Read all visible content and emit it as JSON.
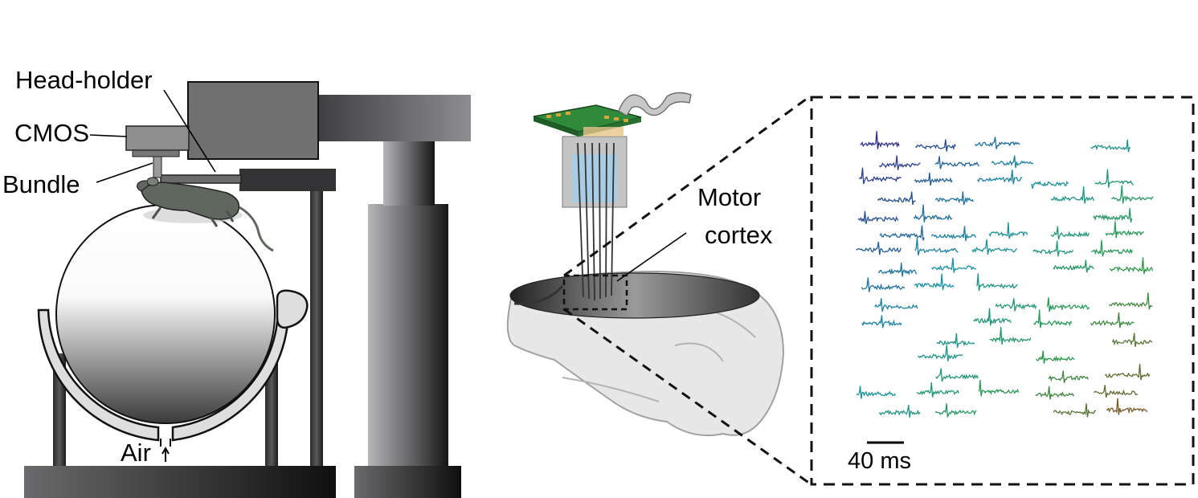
{
  "labels": {
    "head_holder": "Head-holder",
    "cmos": "CMOS",
    "bundle": "Bundle",
    "air": "Air",
    "motor_line1": "Motor",
    "motor_line2": "cortex",
    "scale_bar": "40 ms"
  },
  "colors": {
    "trace_start": "#2d2f87",
    "trace_mid": "#1a92a6",
    "trace_green": "#2f9a4c",
    "trace_end": "#9a3a16",
    "pcb_green": "#2f8a3a",
    "pcb_pad": "#d7a33b",
    "fiber_blue": "#67b6e6",
    "mouse": "#5f675f",
    "rig_gray": "#6b6b6b"
  },
  "icons": [
    "mouse-illustration",
    "brain-illustration",
    "probe-illustration",
    "flex-cable-illustration",
    "ball-treadmill"
  ]
}
